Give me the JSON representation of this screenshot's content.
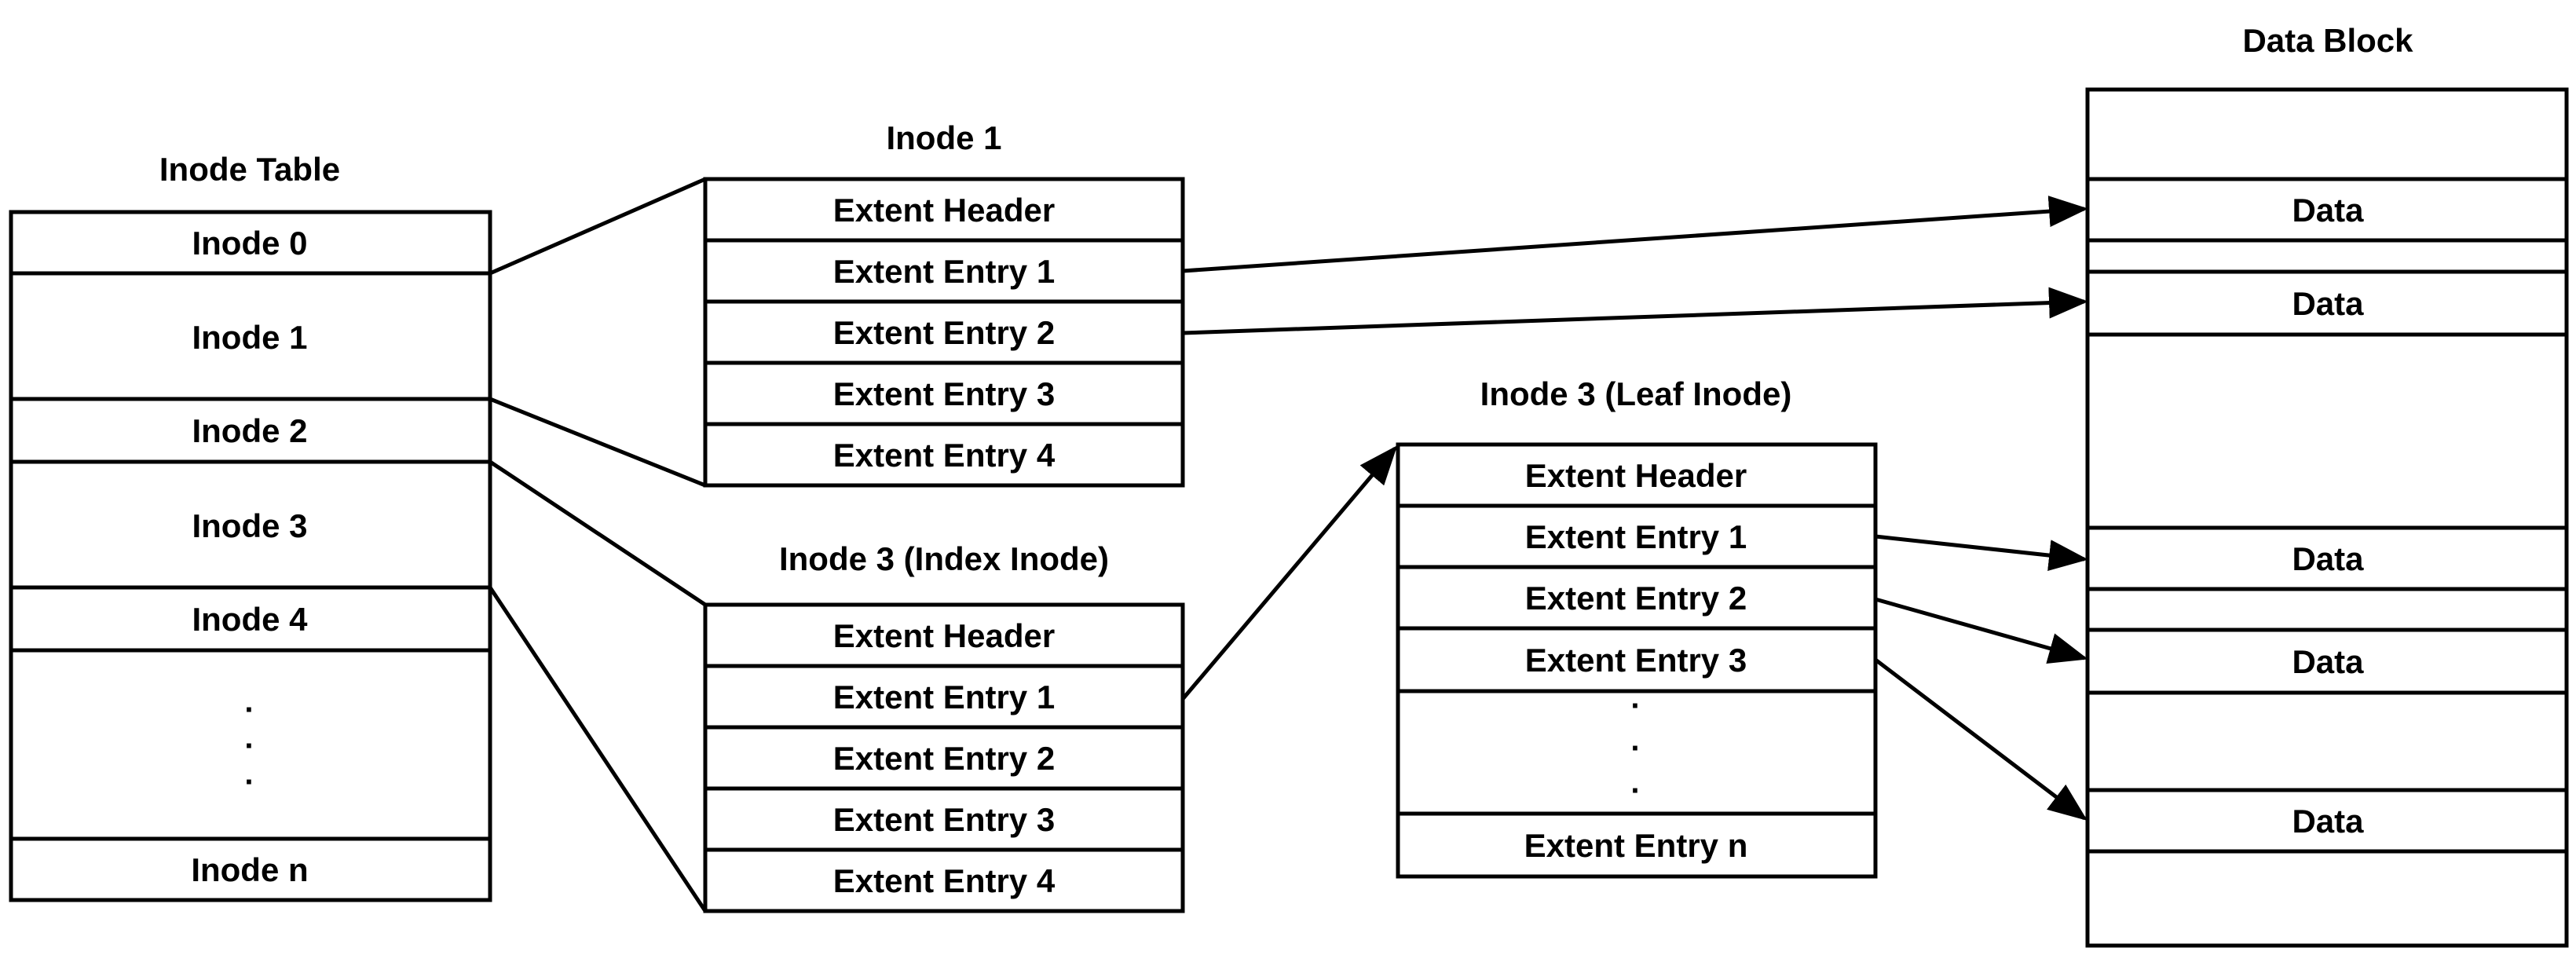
{
  "inode_table": {
    "title": "Inode Table",
    "rows": [
      "Inode 0",
      "Inode 1",
      "Inode 2",
      "Inode 3",
      "Inode 4",
      "",
      "Inode n"
    ],
    "ellipsis": [
      "·",
      "·",
      "·"
    ]
  },
  "inode1": {
    "title": "Inode 1",
    "rows": [
      "Extent Header",
      "Extent Entry 1",
      "Extent Entry 2",
      "Extent Entry 3",
      "Extent Entry 4"
    ]
  },
  "inode3_index": {
    "title": "Inode 3 (Index Inode)",
    "rows": [
      "Extent Header",
      "Extent Entry 1",
      "Extent Entry 2",
      "Extent Entry 3",
      "Extent Entry 4"
    ]
  },
  "inode3_leaf": {
    "title": "Inode 3 (Leaf Inode)",
    "rows": [
      "Extent Header",
      "Extent Entry 1",
      "Extent Entry 2",
      "Extent Entry 3",
      "",
      "Extent Entry n"
    ],
    "ellipsis": [
      "·",
      "·",
      "·"
    ]
  },
  "data_block": {
    "title": "Data Block",
    "rows": [
      "",
      "Data",
      "",
      "Data",
      "",
      "Data",
      "",
      "Data",
      "",
      "Data",
      ""
    ]
  }
}
